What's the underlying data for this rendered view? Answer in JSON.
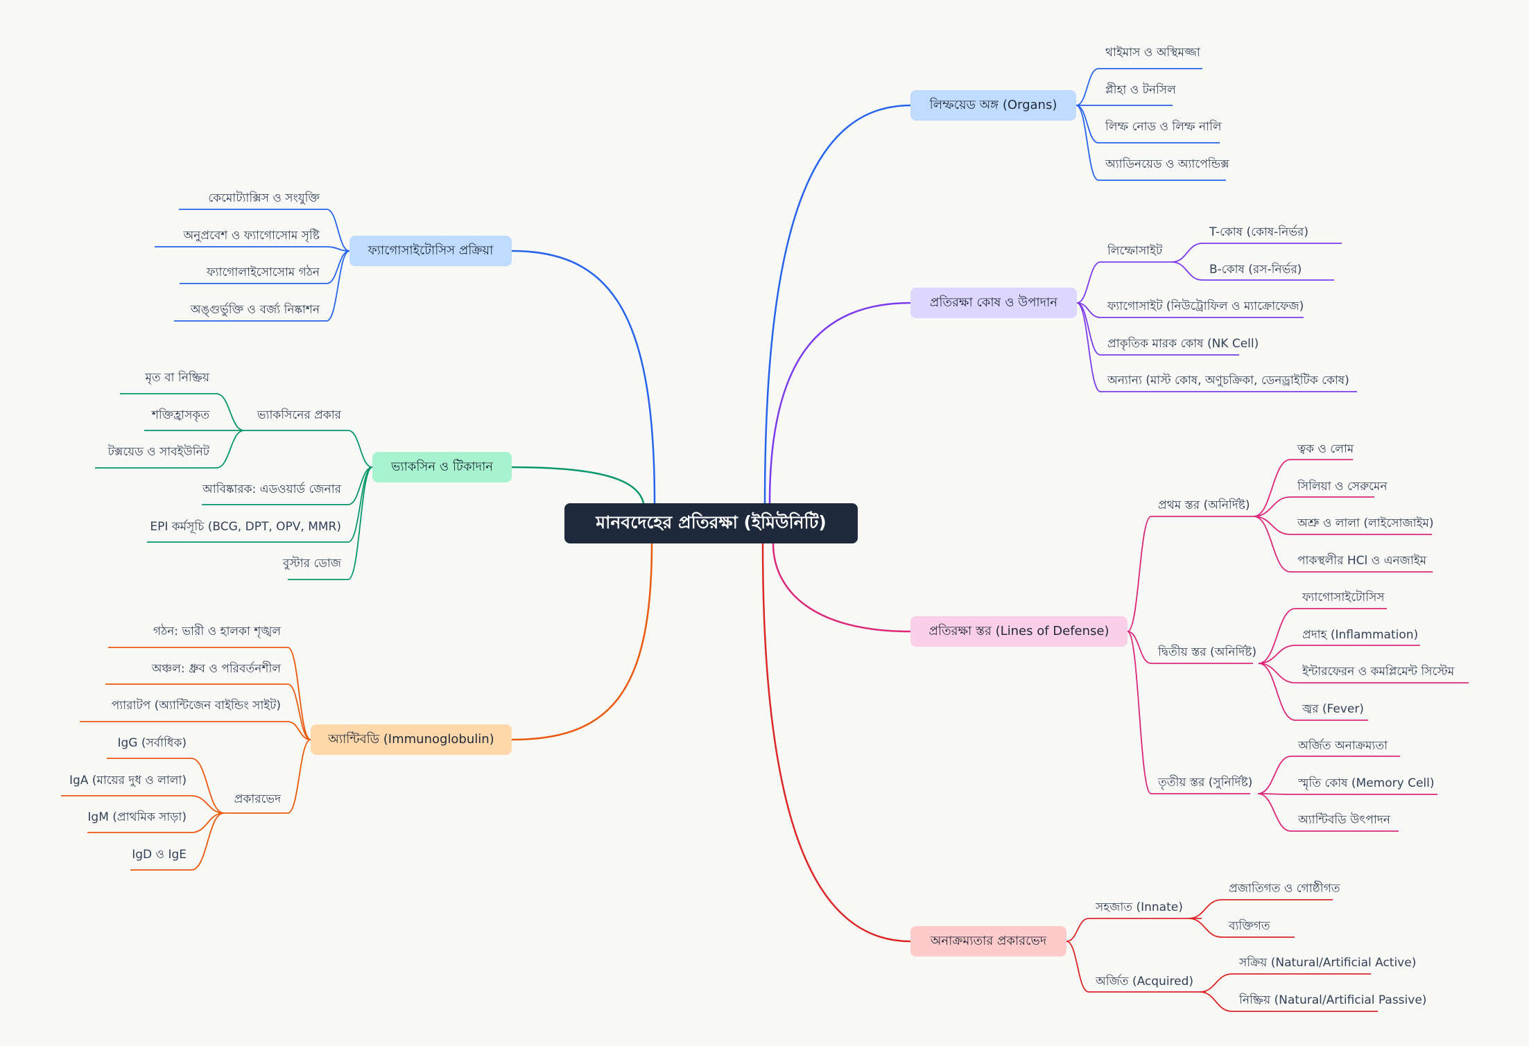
{
  "root": {
    "label": "মানবদেহের প্রতিরক্ষা (ইমিউনিটি)"
  },
  "colors": {
    "organs": "#2563eb",
    "cells": "#7c3aed",
    "defense": "#db2777",
    "types": "#dc2626",
    "phago": "#2563eb",
    "vaccine": "#059669",
    "antibody": "#ea580c",
    "organs_bg": "#bfdbfe",
    "cells_bg": "#ddd6fe",
    "defense_bg": "#fbcfe8",
    "types_bg": "#fecaca",
    "phago_bg": "#bfdbfe",
    "vaccine_bg": "#a7f3d0",
    "antibody_bg": "#fed7aa"
  },
  "branches": {
    "organs": {
      "label": "লিম্ফয়েড অঙ্গ (Organs)",
      "items": [
        "থাইমাস ও অস্থিমজ্জা",
        "প্লীহা ও টনসিল",
        "লিম্ফ নোড ও লিম্ফ নালি",
        "অ্যাডিনয়েড ও অ্যাপেন্ডিক্স"
      ]
    },
    "cells": {
      "label": "প্রতিরক্ষা কোষ ও উপাদান",
      "lymphocyte": {
        "label": "লিম্ফোসাইট",
        "items": [
          "T-কোষ (কোষ-নির্ভর)",
          "B-কোষ (রস-নির্ভর)"
        ]
      },
      "items": [
        "ফ্যাগোসাইট (নিউট্রোফিল ও ম্যাক্রোফেজ)",
        "প্রাকৃতিক মারক কোষ (NK Cell)",
        "অন্যান্য (মাস্ট কোষ, অণুচক্রিকা, ডেনড্রাইটিক কোষ)"
      ]
    },
    "defense": {
      "label": "প্রতিরক্ষা স্তর (Lines of Defense)",
      "first": {
        "label": "প্রথম স্তর (অনির্দিষ্ট)",
        "items": [
          "ত্বক ও লোম",
          "সিলিয়া ও সেরুমেন",
          "অশ্রু ও লালা (লাইসোজাইম)",
          "পাকস্থলীর HCl ও এনজাইম"
        ]
      },
      "second": {
        "label": "দ্বিতীয় স্তর (অনির্দিষ্ট)",
        "items": [
          "ফ্যাগোসাইটোসিস",
          "প্রদাহ (Inflammation)",
          "ইন্টারফেরন ও কমপ্লিমেন্ট সিস্টেম",
          "জ্বর (Fever)"
        ]
      },
      "third": {
        "label": "তৃতীয় স্তর (সুনির্দিষ্ট)",
        "items": [
          "অর্জিত অনাক্রম্যতা",
          "স্মৃতি কোষ (Memory Cell)",
          "অ্যান্টিবডি উৎপাদন"
        ]
      }
    },
    "types": {
      "label": "অনাক্রম্যতার প্রকারভেদ",
      "innate": {
        "label": "সহজাত (Innate)",
        "items": [
          "প্রজাতিগত ও গোষ্ঠীগত",
          "ব্যক্তিগত"
        ]
      },
      "acquired": {
        "label": "অর্জিত (Acquired)",
        "items": [
          "সক্রিয় (Natural/Artificial Active)",
          "নিষ্ক্রিয় (Natural/Artificial Passive)"
        ]
      }
    },
    "phago": {
      "label": "ফ্যাগোসাইটোসিস প্রক্রিয়া",
      "items": [
        "কেমোট্যাক্সিস ও সংযুক্তি",
        "অনুপ্রবেশ ও ফ্যাগোসোম সৃষ্টি",
        "ফ্যাগোলাইসোসোম গঠন",
        "অঙ্গুর্ভুক্তি ও বর্জ্য নিষ্কাশন"
      ]
    },
    "vaccine": {
      "label": "ভ্যাকসিন ও টিকাদান",
      "kinds": {
        "label": "ভ্যাকসিনের প্রকার",
        "items": [
          "মৃত বা নিষ্ক্রিয়",
          "শক্তিহ্রাসকৃত",
          "টক্সয়েড ও সাবইউনিট"
        ]
      },
      "items": [
        "আবিষ্কারক: এডওয়ার্ড জেনার",
        "EPI কর্মসূচি (BCG, DPT, OPV, MMR)",
        "বুস্টার ডোজ"
      ]
    },
    "antibody": {
      "label": "অ্যান্টিবডি (Immunoglobulin)",
      "items": [
        "গঠন: ভারী ও হালকা শৃঙ্খল",
        "অঞ্চল: ধ্রুব ও পরিবর্তনশীল",
        "প্যারাটপ (অ্যান্টিজেন বাইন্ডিং সাইট)"
      ],
      "classes": {
        "label": "প্রকারভেদ",
        "items": [
          "IgG (সর্বাধিক)",
          "IgA (মায়ের দুধ ও লালা)",
          "IgM (প্রাথমিক সাড়া)",
          "IgD ও IgE"
        ]
      }
    }
  }
}
